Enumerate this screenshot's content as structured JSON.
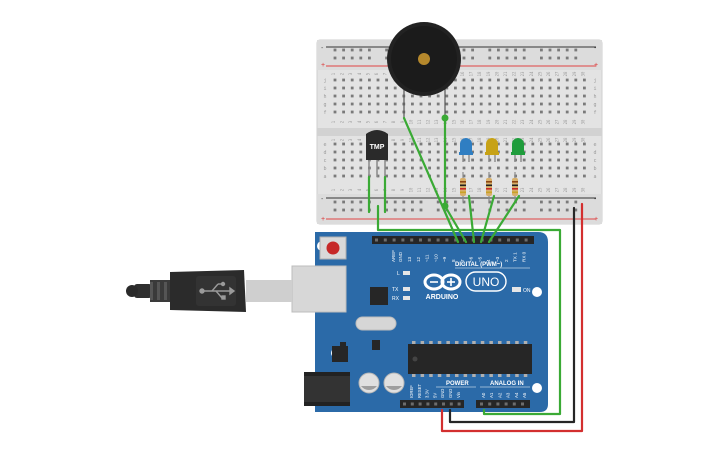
{
  "board": {
    "logo": "ARDUINO",
    "model": "UNO",
    "digital_header_label": "DIGITAL (PWM~)",
    "power_label": "POWER",
    "analog_label": "ANALOG IN",
    "on_label": "ON",
    "tx_label": "TX",
    "rx_label": "RX",
    "l_label": "L",
    "aref_label": "AREF",
    "gnd_top_label": "GND",
    "digital_pins": [
      "13",
      "12",
      "~11",
      "~10",
      "~9",
      "8",
      "7",
      "~6",
      "~5",
      "4",
      "~3",
      "2",
      "TX 1",
      "RX 0"
    ],
    "power_pins": [
      "IOREF",
      "RESET",
      "3.3V",
      "5V",
      "GND",
      "GND",
      "Vin"
    ],
    "analog_pins": [
      "A0",
      "A1",
      "A2",
      "A3",
      "A4",
      "A5"
    ]
  },
  "breadboard": {
    "column_numbers": [
      "1",
      "2",
      "3",
      "4",
      "5",
      "6",
      "7",
      "8",
      "9",
      "10",
      "11",
      "12",
      "13",
      "14",
      "15",
      "16",
      "17",
      "18",
      "19",
      "20",
      "21",
      "22",
      "23",
      "24",
      "25",
      "26",
      "27",
      "28",
      "29",
      "30"
    ],
    "row_letters_top": [
      "j",
      "i",
      "h",
      "g",
      "f"
    ],
    "row_letters_bottom": [
      "e",
      "d",
      "c",
      "b",
      "a"
    ],
    "plus_sign": "+",
    "minus_sign": "-"
  },
  "sensor": {
    "label": "TMP"
  },
  "leds": [
    {
      "name": "blue",
      "color": "#2f7ec2"
    },
    {
      "name": "yellow",
      "color": "#c7a216"
    },
    {
      "name": "green",
      "color": "#1f9d3c"
    }
  ],
  "colors": {
    "board": "#2b6aa8",
    "wire_green": "#3aaa35",
    "wire_red": "#d32f2f",
    "wire_black": "#262626",
    "rail_red": "#e04545",
    "rail_dark": "#333333"
  },
  "icons": [
    "usb-cable-icon",
    "usb-symbol-icon",
    "reset-button-icon",
    "buzzer-icon",
    "temperature-sensor-icon"
  ]
}
